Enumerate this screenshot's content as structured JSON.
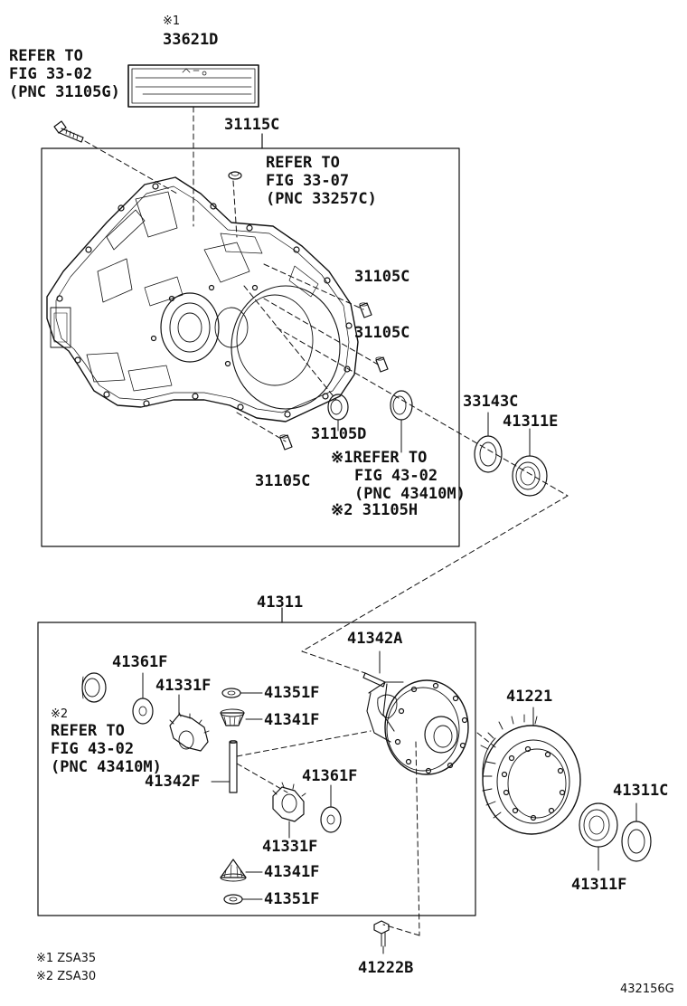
{
  "top_ref": {
    "line1": "REFER TO",
    "line2": "FIG 33-02",
    "line3": "(PNC 31105G)"
  },
  "label_plate": {
    "mark": "※1",
    "part": "33621D"
  },
  "case_group": {
    "part": "31115C"
  },
  "breather_ref": {
    "line1": "REFER TO",
    "line2": "FIG 33-07",
    "line3": "(PNC 33257C)"
  },
  "pin1": {
    "part": "31105C"
  },
  "pin2": {
    "part": "31105C"
  },
  "seal_small": {
    "part": "31105D"
  },
  "pin3": {
    "part": "31105C"
  },
  "seal_ref": {
    "line1": "※1REFER TO",
    "line2": "FIG 43-02",
    "line3": "(PNC 43410M)"
  },
  "seal_h": {
    "part": "※2 31105H"
  },
  "race_a": {
    "part": "33143C"
  },
  "bearing_e": {
    "part": "41311E"
  },
  "diff_group": {
    "part": "41311"
  },
  "shaft_pin": {
    "part": "41342A"
  },
  "washer_f_left": {
    "part": "41361F"
  },
  "side_gear_upper": {
    "part": "41331F"
  },
  "thrust_washer_upper": {
    "part": "41351F"
  },
  "pinion_upper": {
    "part": "41341F"
  },
  "left_ref": {
    "mark": "※2",
    "line1": "REFER TO",
    "line2": "FIG 43-02",
    "line3": "(PNC 43410M)"
  },
  "pinion_shaft": {
    "part": "41342F"
  },
  "washer_f_right": {
    "part": "41361F"
  },
  "side_gear_lower": {
    "part": "41331F"
  },
  "pinion_lower": {
    "part": "41341F"
  },
  "thrust_washer_lower": {
    "part": "41351F"
  },
  "ring_gear": {
    "part": "41221"
  },
  "race_c": {
    "part": "41311C"
  },
  "bearing_f": {
    "part": "41311F"
  },
  "bolt": {
    "part": "41222B"
  },
  "notes": {
    "n1": "※1 ZSA35",
    "n2": "※2 ZSA30"
  },
  "figure_id": "432156G"
}
